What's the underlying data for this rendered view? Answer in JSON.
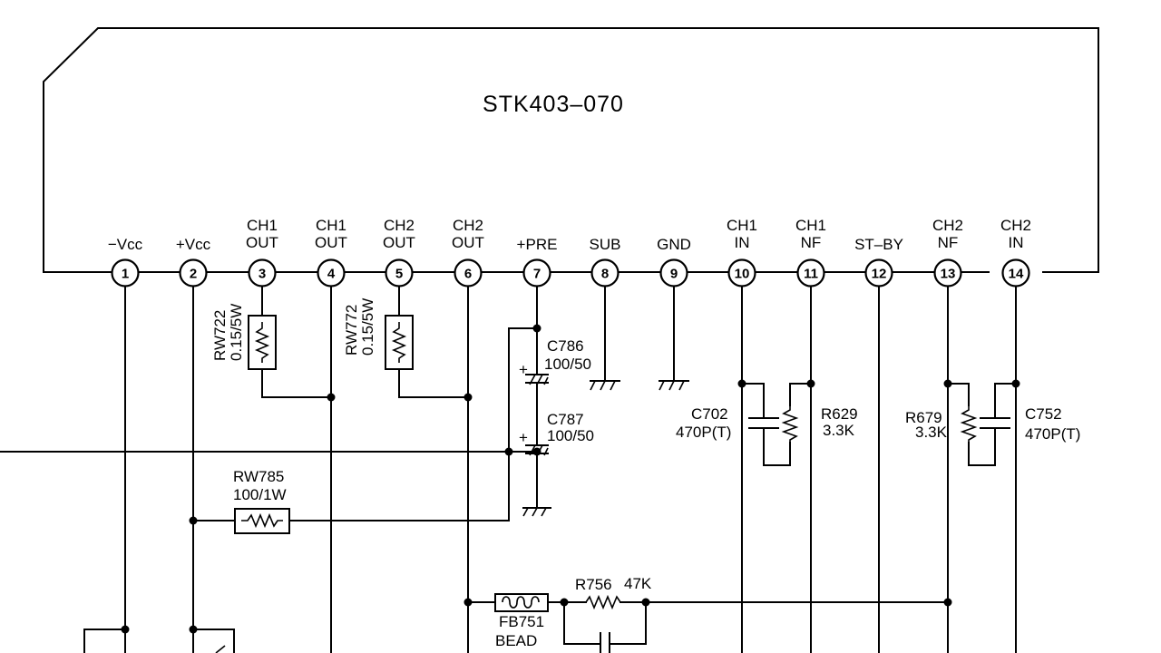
{
  "ic": {
    "part_number": "STK403–070"
  },
  "pins": [
    {
      "num": "1",
      "label": [
        "−Vcc"
      ]
    },
    {
      "num": "2",
      "label": [
        "+Vcc"
      ]
    },
    {
      "num": "3",
      "label": [
        "CH1",
        "OUT"
      ]
    },
    {
      "num": "4",
      "label": [
        "CH1",
        "OUT"
      ]
    },
    {
      "num": "5",
      "label": [
        "CH2",
        "OUT"
      ]
    },
    {
      "num": "6",
      "label": [
        "CH2",
        "OUT"
      ]
    },
    {
      "num": "7",
      "label": [
        "+PRE"
      ]
    },
    {
      "num": "8",
      "label": [
        "SUB"
      ]
    },
    {
      "num": "9",
      "label": [
        "GND"
      ]
    },
    {
      "num": "10",
      "label": [
        "CH1",
        "IN"
      ]
    },
    {
      "num": "11",
      "label": [
        "CH1",
        "NF"
      ]
    },
    {
      "num": "12",
      "label": [
        "ST–BY"
      ]
    },
    {
      "num": "13",
      "label": [
        "CH2",
        "NF"
      ]
    },
    {
      "num": "14",
      "label": [
        "CH2",
        "IN"
      ]
    }
  ],
  "components": {
    "rw722": {
      "ref": "RW722",
      "value": "0.15/5W"
    },
    "rw772": {
      "ref": "RW772",
      "value": "0.15/5W"
    },
    "c786": {
      "ref": "C786",
      "value": "100/50",
      "polarity": "+"
    },
    "c787": {
      "ref": "C787",
      "value": "100/50",
      "polarity": "+"
    },
    "rw785": {
      "ref": "RW785",
      "value": "100/1W"
    },
    "c702": {
      "ref": "C702",
      "value": "470P(T)"
    },
    "r629": {
      "ref": "R629",
      "value": "3.3K"
    },
    "r679": {
      "ref": "R679",
      "value": "3.3K"
    },
    "c752": {
      "ref": "C752",
      "value": "470P(T)"
    },
    "fb751": {
      "ref": "FB751",
      "value": "BEAD"
    },
    "r756": {
      "ref": "R756",
      "value": "47K"
    }
  }
}
